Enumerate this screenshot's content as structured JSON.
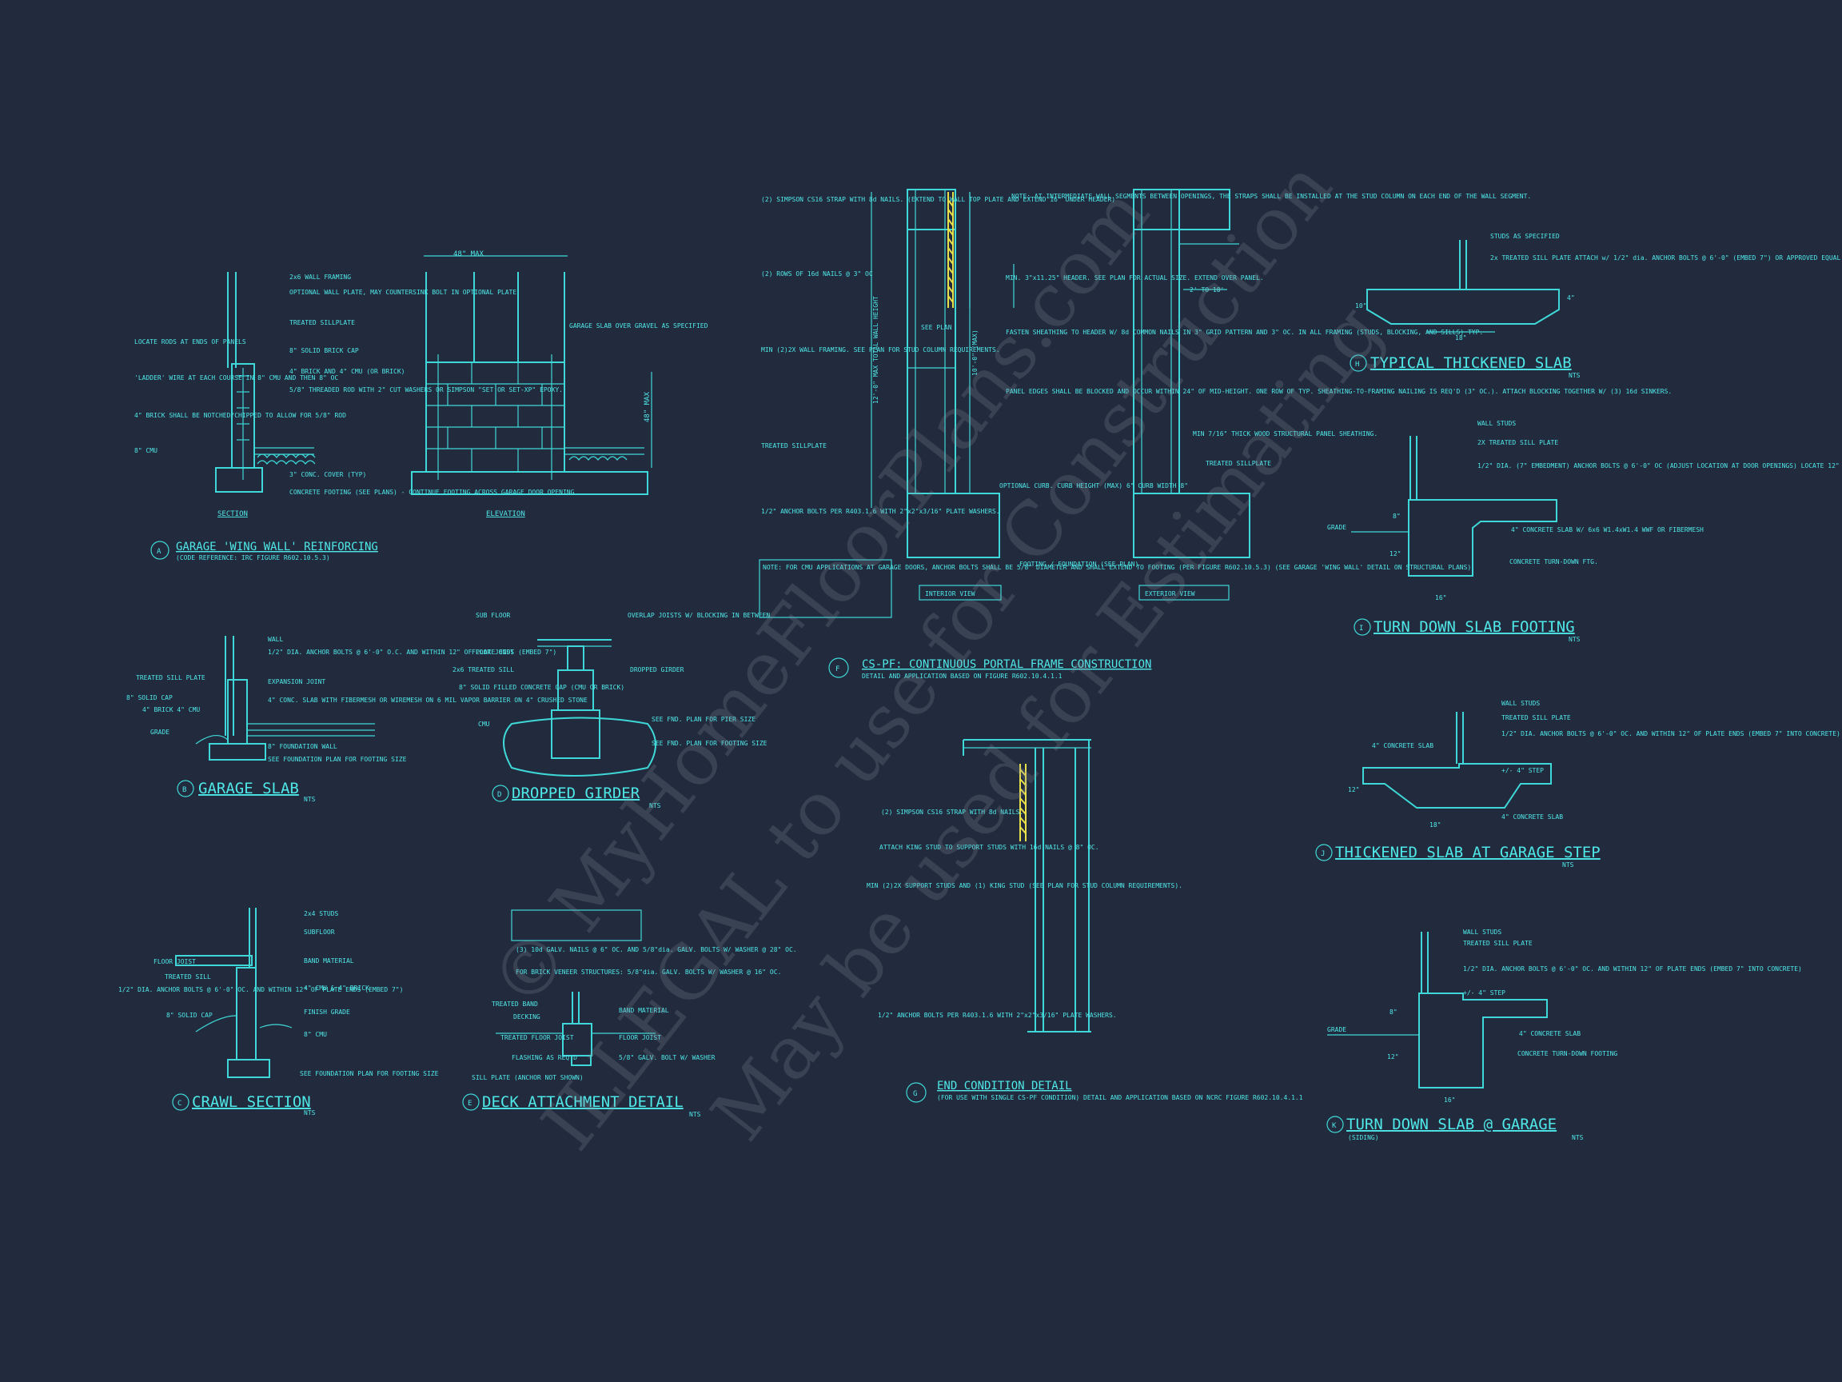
{
  "details": {
    "A": {
      "letter": "A",
      "title": "GARAGE 'WING WALL' REINFORCING",
      "subtitle": "(CODE REFERENCE: IRC FIGURE R602.10.5.3)",
      "section_label": "SECTION",
      "elevation_label": "ELEVATION",
      "dim_width": "48\" MAX",
      "dim_height": "48\" MAX",
      "labels": [
        "2x6 WALL FRAMING",
        "OPTIONAL WALL PLATE, MAY COUNTERSINK BOLT IN OPTIONAL PLATE",
        "TREATED SILLPLATE",
        "8\" SOLID BRICK CAP",
        "4\" BRICK AND 4\" CMU (OR BRICK)",
        "5/8\" THREADED ROD WITH 2\" CUT WASHERS OR SIMPSON \"SET OR SET-XP\" EPOXY.",
        "3\" CONC. COVER (TYP)",
        "CONCRETE FOOTING (SEE PLANS) - CONTINUE FOOTING ACROSS GARAGE DOOR OPENING",
        "LOCATE RODS AT ENDS OF PANELS",
        "'LADDER' WIRE AT EACH COURSE IN 8\" CMU AND THEN 8\" OC",
        "4\" BRICK SHALL BE NOTCHED/CHIPPED TO ALLOW FOR 5/8\" ROD",
        "8\" CMU",
        "GARAGE SLAB OVER GRAVEL AS SPECIFIED"
      ]
    },
    "B": {
      "letter": "B",
      "title": "GARAGE SLAB",
      "nts": "NTS",
      "labels": [
        "WALL",
        "1/2\" DIA. ANCHOR BOLTS @ 6'-0\" O.C. AND WITHIN 12\" OF PLATE ENDS (EMBED 7\")",
        "TREATED SILL PLATE",
        "EXPANSION JOINT",
        "8\" SOLID CAP",
        "4\" BRICK 4\" CMU",
        "4\" CONC. SLAB WITH FIBERMESH OR WIREMESH ON 6 MIL VAPOR BARRIER ON 4\" CRUSHED STONE",
        "GRADE",
        "8\" FOUNDATION WALL",
        "SEE FOUNDATION PLAN FOR FOOTING SIZE"
      ]
    },
    "C": {
      "letter": "C",
      "title": "CRAWL SECTION",
      "nts": "NTS",
      "labels": [
        "2x4 STUDS",
        "SUBFLOOR",
        "FLOOR JOIST",
        "BAND MATERIAL",
        "TREATED SILL",
        "1/2\" DIA. ANCHOR BOLTS @ 6'-0\" OC. AND WITHIN 12\" OF PLATE ENDS (EMBED 7\")",
        "4\" CMU & 4\" BRICK",
        "8\" SOLID CAP",
        "FINISH GRADE",
        "8\" CMU",
        "SEE FOUNDATION PLAN FOR FOOTING SIZE"
      ]
    },
    "D": {
      "letter": "D",
      "title": "DROPPED GIRDER",
      "nts": "NTS",
      "labels": [
        "SUB FLOOR",
        "OVERLAP JOISTS W/ BLOCKING IN BETWEEN",
        "FLOOR JOIST",
        "2x6 TREATED SILL",
        "DROPPED GIRDER",
        "8\" SOLID FILLED CONCRETE CAP (CMU OR BRICK)",
        "CMU",
        "SEE FND. PLAN FOR PIER SIZE",
        "SEE FND. PLAN FOR FOOTING SIZE"
      ]
    },
    "E": {
      "letter": "E",
      "title": "DECK ATTACHMENT DETAIL",
      "nts": "NTS",
      "labels": [
        "(3) 10d GALV. NAILS @ 6\" OC. AND 5/8\"dia. GALV. BOLTS W/ WASHER @ 28\" OC.",
        "FOR BRICK VENEER STRUCTURES: 5/8\"dia. GALV. BOLTS W/ WASHER @ 16\" OC.",
        "TREATED BAND",
        "DECKING",
        "BAND MATERIAL",
        "TREATED FLOOR JOIST",
        "FLOOR JOIST",
        "FLASHING AS REQ'D",
        "5/8\" GALV. BOLT W/ WASHER",
        "SILL PLATE (ANCHOR NOT SHOWN)"
      ]
    },
    "F": {
      "letter": "F",
      "title": "CS-PF: CONTINUOUS PORTAL FRAME CONSTRUCTION",
      "subtitle": "DETAIL AND APPLICATION BASED ON FIGURE R602.10.4.1.1",
      "interior_view": "INTERIOR VIEW",
      "exterior_view": "EXTERIOR VIEW",
      "see_plan": "SEE PLAN",
      "dim_wall": "12'-0\" MAX TOTAL WALL HEIGHT",
      "dim_10": "10'-0\" (MAX)",
      "dim_2_18": "2' TO 18'",
      "labels": [
        "(2) SIMPSON CS16 STRAP WITH 8d NAILS. (EXTEND TO WALL TOP PLATE AND EXTEND 16\" UNDER HEADER)",
        "(2) ROWS OF 16d NAILS @ 3\" OC",
        "MIN (2)2X WALL FRAMING. SEE PLAN FOR STUD COLUMN REQUIREMENTS.",
        "TREATED SILLPLATE",
        "1/2\" ANCHOR BOLTS PER R403.1.6 WITH 2\"x2\"x3/16\" PLATE WASHERS.",
        "NOTE: AT INTERMEDIATE WALL SEGMENTS BETWEEN OPENINGS, THE STRAPS SHALL BE INSTALLED AT THE STUD COLUMN ON EACH END OF THE WALL SEGMENT.",
        "MIN. 3\"x11.25\" HEADER. SEE PLAN FOR ACTUAL SIZE. EXTEND OVER PANEL.",
        "FASTEN SHEATHING TO HEADER W/ 8d COMMON NAILS IN 3\" GRID PATTERN AND 3\" OC. IN ALL FRAMING (STUDS, BLOCKING, AND SILLS) TYP.",
        "PANEL EDGES SHALL BE BLOCKED AND OCCUR WITHIN 24\" OF MID-HEIGHT. ONE ROW OF TYP. SHEATHING-TO-FRAMING NAILING IS REQ'D (3\" OC.). ATTACH BLOCKING TOGETHER W/ (3) 16d SINKERS.",
        "MIN 7/16\" THICK WOOD STRUCTURAL PANEL SHEATHING.",
        "TREATED SILLPLATE",
        "OPTIONAL CURB. CURB HEIGHT (MAX) 6\" CURB WIDTH 8\"",
        "FOOTING / FOUNDATION (SEE PLAN)"
      ],
      "note": "NOTE: FOR CMU APPLICATIONS AT GARAGE DOORS, ANCHOR BOLTS SHALL BE 5/8\" DIAMETER AND SHALL EXTEND TO FOOTING (PER FIGURE R602.10.5.3) (SEE GARAGE 'WING WALL' DETAIL ON STRUCTURAL PLANS)"
    },
    "G": {
      "letter": "G",
      "title": "END CONDITION DETAIL",
      "subtitle": "(FOR USE WITH SINGLE CS-PF CONDITION) DETAIL AND APPLICATION BASED ON NCRC FIGURE R602.10.4.1.1",
      "labels": [
        "(2) SIMPSON CS16 STRAP WITH 8d NAILS.",
        "ATTACH KING STUD TO SUPPORT STUDS WITH 16d NAILS @ 8\" OC.",
        "MIN (2)2X SUPPORT STUDS AND (1) KING STUD (SEE PLAN FOR STUD COLUMN REQUIREMENTS).",
        "1/2\" ANCHOR BOLTS PER R403.1.6 WITH 2\"x2\"x3/16\" PLATE WASHERS."
      ]
    },
    "H": {
      "letter": "H",
      "title": "TYPICAL THICKENED SLAB",
      "nts": "NTS",
      "labels": [
        "STUDS AS SPECIFIED",
        "2x TREATED SILL PLATE ATTACH w/ 1/2\" dia. ANCHOR BOLTS @ 6'-0\" (EMBED 7\") OR APPROVED EQUAL"
      ],
      "dims": [
        "10\"",
        "18\"",
        "4\""
      ]
    },
    "I": {
      "letter": "I",
      "title": "TURN DOWN SLAB FOOTING",
      "nts": "NTS",
      "labels": [
        "WALL STUDS",
        "2X TREATED SILL PLATE",
        "1/2\" DIA. (7\" EMBEDMENT) ANCHOR BOLTS @ 6'-0\" OC (ADJUST LOCATION AT DOOR OPENINGS) LOCATE 12\" FROM PLATE ENDS",
        "GRADE",
        "4\" CONCRETE SLAB W/ 6x6 W1.4xW1.4 WWF OR FIBERMESH",
        "CONCRETE TURN-DOWN FTG."
      ],
      "dims": [
        "8\"",
        "12\"",
        "16\""
      ]
    },
    "J": {
      "letter": "J",
      "title": "THICKENED SLAB AT GARAGE STEP",
      "nts": "NTS",
      "labels": [
        "WALL STUDS",
        "TREATED SILL PLATE",
        "1/2\" DIA. ANCHOR BOLTS @ 6'-0\" OC. AND WITHIN 12\" OF PLATE ENDS (EMBED 7\" INTO CONCRETE)",
        "4\" CONCRETE SLAB",
        "+/- 4\" STEP",
        "4\" CONCRETE SLAB"
      ],
      "dims": [
        "12\"",
        "18\""
      ]
    },
    "K": {
      "letter": "K",
      "title": "TURN DOWN SLAB @ GARAGE",
      "subtitle": "(SIDING)",
      "nts": "NTS",
      "labels": [
        "WALL STUDS",
        "TREATED SILL PLATE",
        "1/2\" DIA. ANCHOR BOLTS @ 6'-0\" OC. AND WITHIN 12\" OF PLATE ENDS (EMBED 7\" INTO CONCRETE)",
        "+/- 4\" STEP",
        "4\" CONCRETE SLAB",
        "GRADE",
        "CONCRETE TURN-DOWN FOOTING"
      ],
      "dims": [
        "8\"",
        "12\"",
        "16\""
      ]
    }
  },
  "watermark": {
    "line1": "© MyHomeFloorPlans.com",
    "line2": "ILLEGAL to use for Construction",
    "line3": "May be used for Estimating"
  },
  "colors": {
    "background": "#222b3d",
    "linework": "#3fd8d8",
    "highlight": "#e8e04a"
  }
}
